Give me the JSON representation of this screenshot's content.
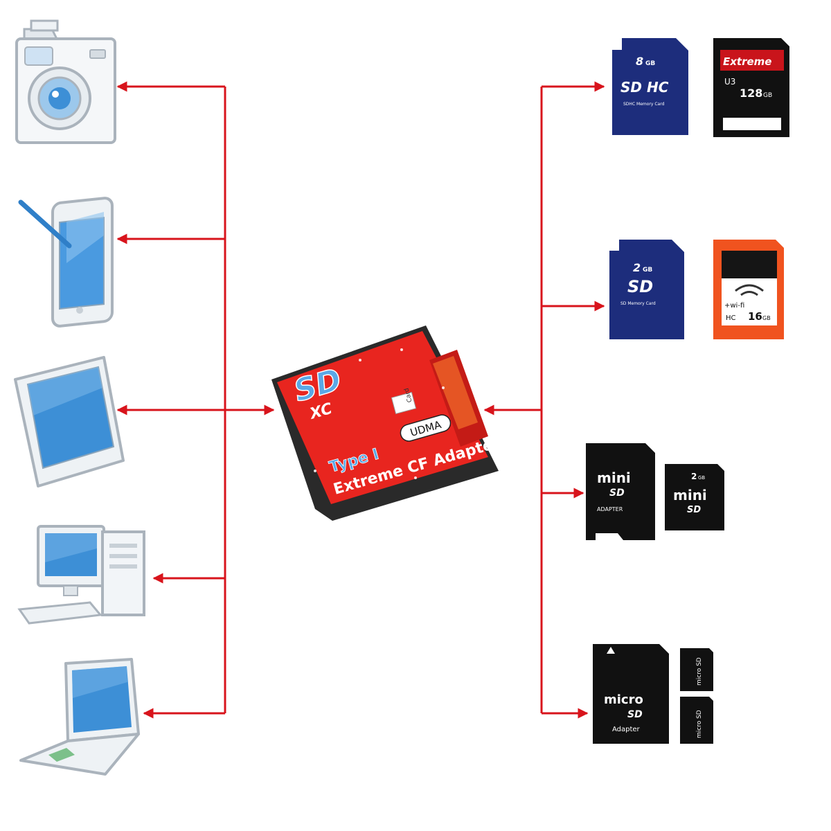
{
  "colors": {
    "connector": "#d8141c",
    "device_outline": "#aab3bc",
    "device_screen": "#3d8fd6",
    "adapter_red": "#e8251f",
    "adapter_blue": "#5aa8e6",
    "sd_blue": "#1d2d7c",
    "black_card": "#101010"
  },
  "adapter": {
    "logo_sd": "SD",
    "logo_xc": "XC",
    "slot_label": "Card",
    "badge": "UDMA",
    "type_label": "Type I",
    "product_name": "Extreme CF Adapter"
  },
  "devices_left": [
    {
      "name": "camera",
      "icon": "camera-icon"
    },
    {
      "name": "tablet",
      "icon": "tablet-stylus-icon"
    },
    {
      "name": "monitor",
      "icon": "monitor-icon"
    },
    {
      "name": "desktop",
      "icon": "desktop-computer-icon"
    },
    {
      "name": "laptop",
      "icon": "laptop-icon"
    }
  ],
  "cards_right": {
    "sdhc_8gb": {
      "size": "8",
      "unit": "GB",
      "logo": "SD HC",
      "caption": "SDHC Memory Card"
    },
    "extreme_128": {
      "brand": "Extreme",
      "size": "128",
      "unit": "GB",
      "class_mark": "U3"
    },
    "sd_2gb": {
      "size": "2",
      "unit": "GB",
      "logo": "SD",
      "caption": "SD Memory Card"
    },
    "wifi_16": {
      "wifi_label": "+wi-fi",
      "size": "16",
      "unit": "GB",
      "class_mark": "HC"
    },
    "mini_adapter": {
      "logo_top": "mini",
      "logo_bottom": "SD",
      "caption": "ADAPTER"
    },
    "mini_2gb": {
      "size": "2",
      "unit": "GB",
      "logo_top": "mini",
      "logo_bottom": "SD"
    },
    "micro_adapter": {
      "logo_top": "micro",
      "logo_bottom": "SD",
      "caption": "Adapter"
    },
    "micro_card_1": {
      "logo": "micro SD"
    },
    "micro_card_2": {
      "logo": "micro SD"
    }
  }
}
